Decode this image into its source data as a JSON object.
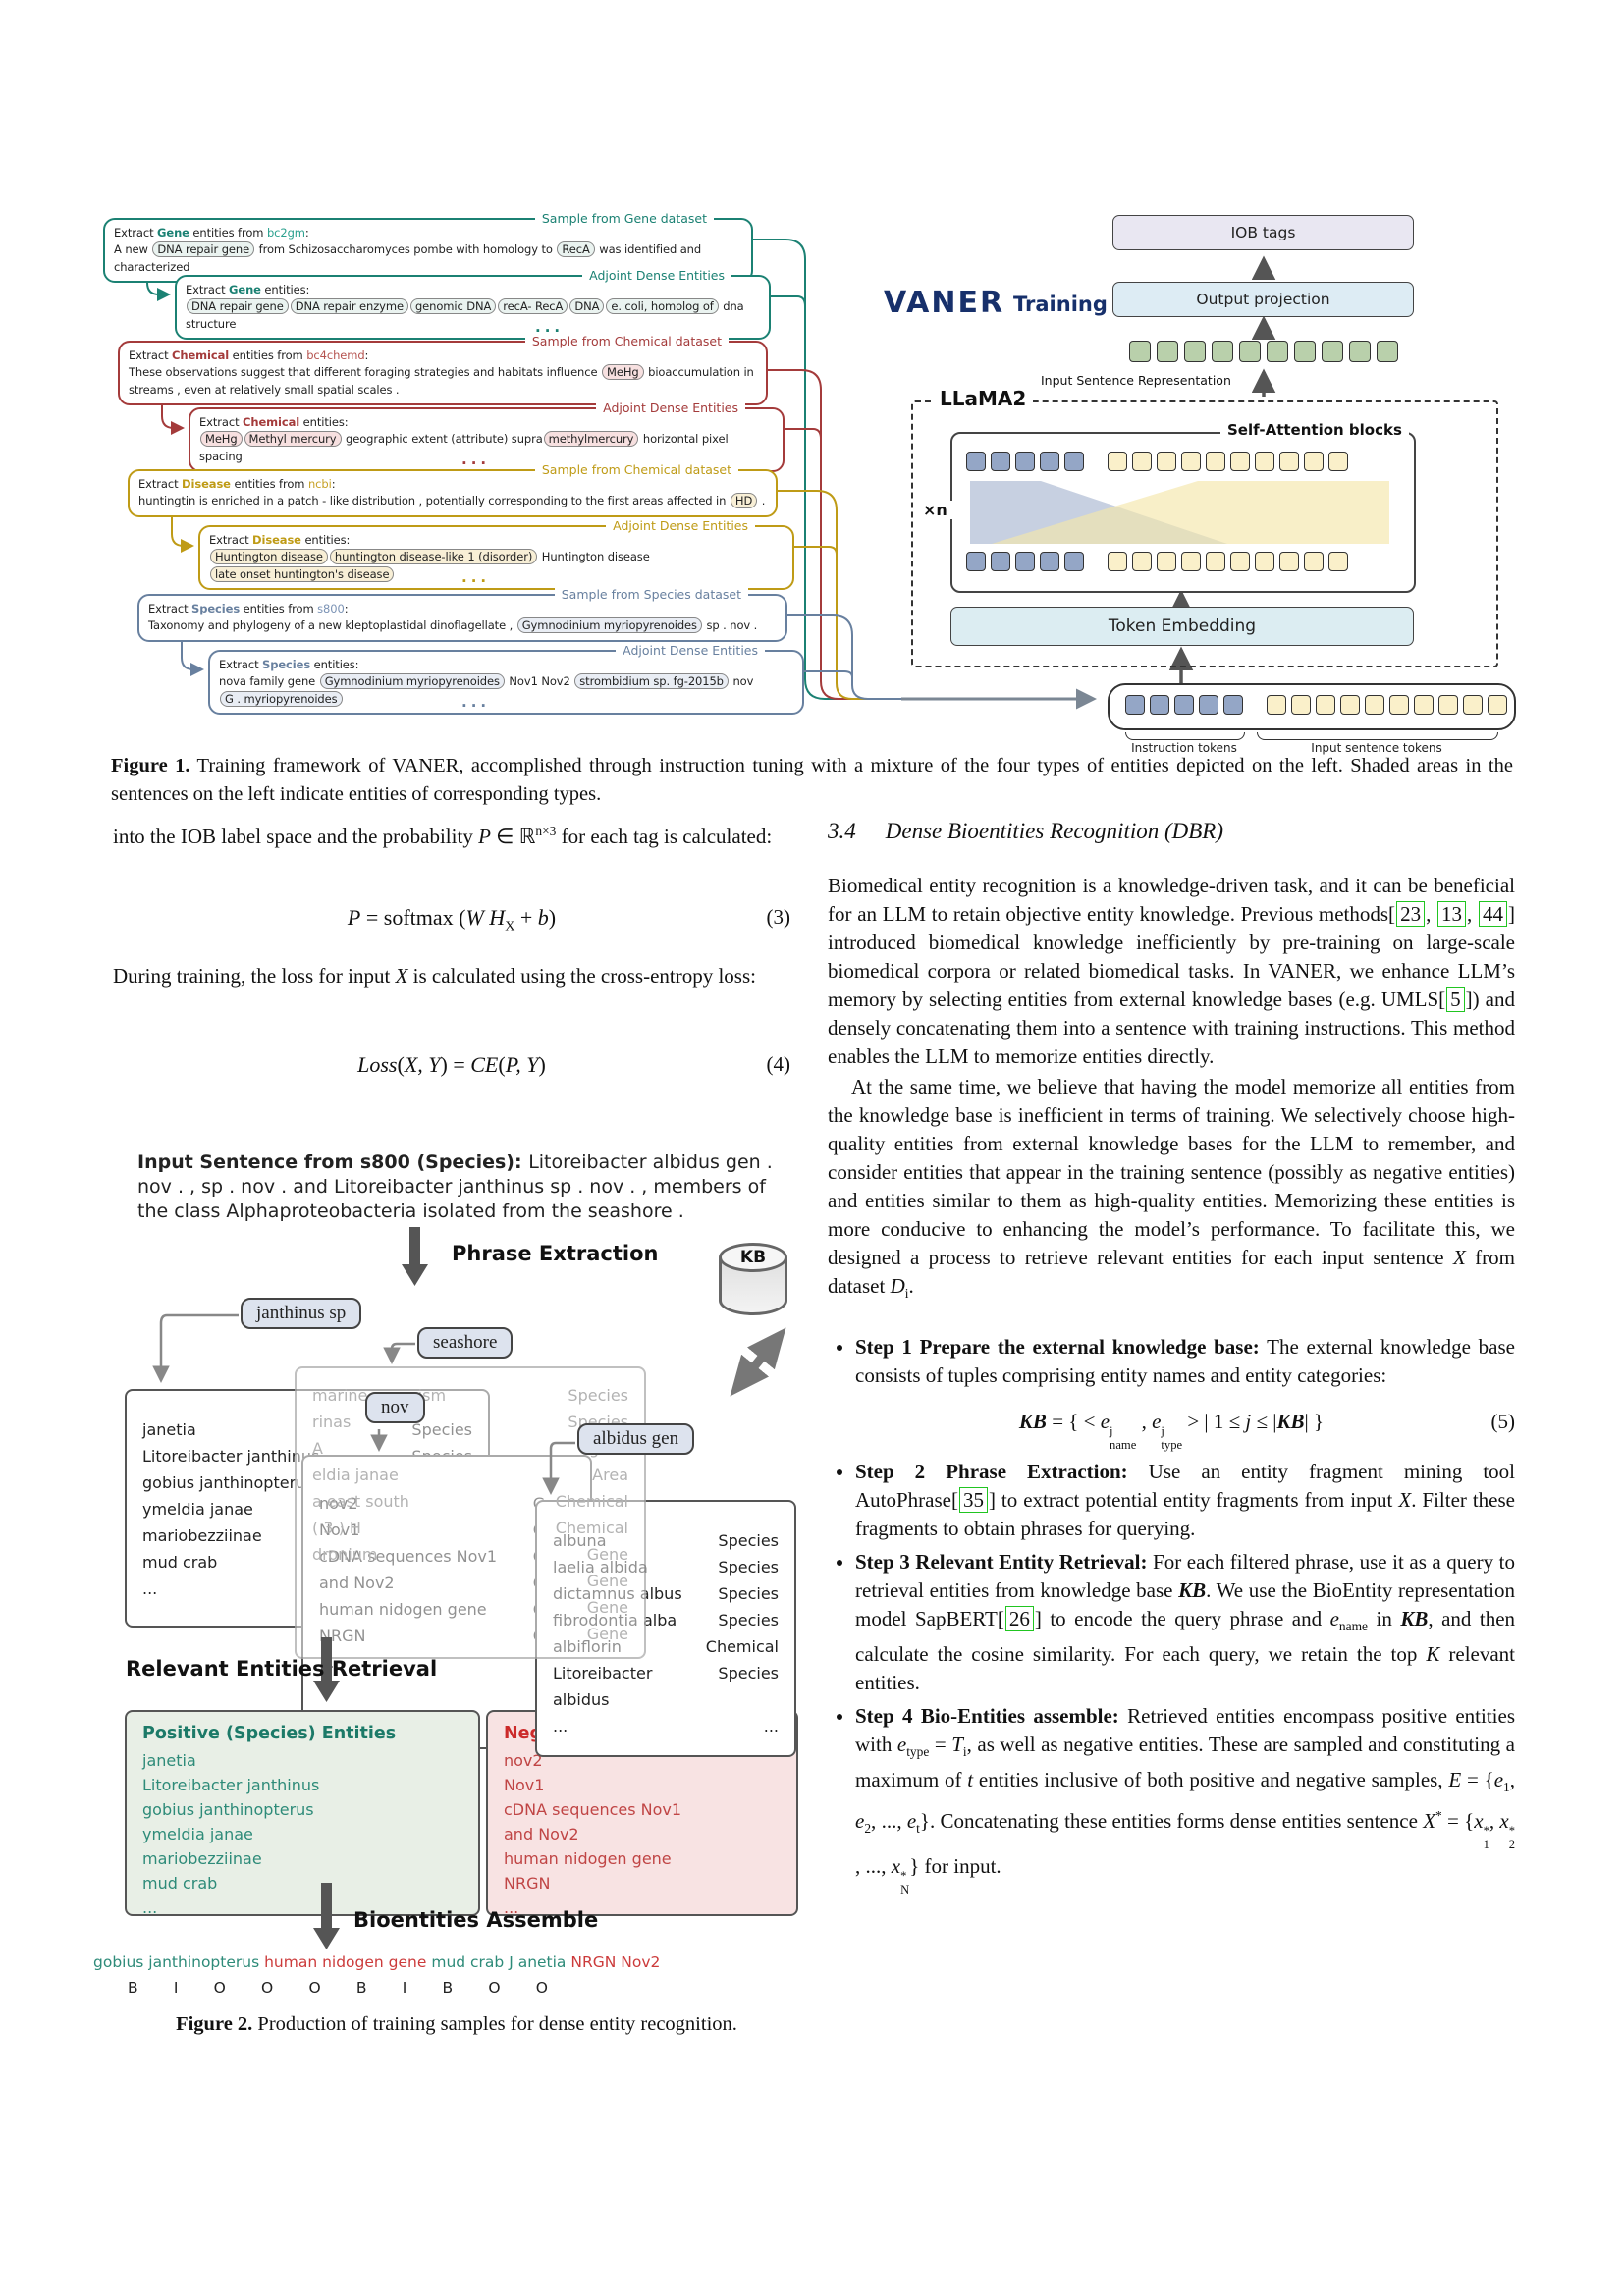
{
  "figure1": {
    "vaner_title": "VANER",
    "vaner_subtitle": "Training",
    "iob": "IOB tags",
    "output_projection": "Output projection",
    "isr_label": "Input Sentence Representation",
    "llama": "LLaMA2",
    "attention": "Self-Attention blocks",
    "xn": "×n",
    "token_embedding": "Token Embedding",
    "instruction_tokens": "Instruction tokens",
    "input_tokens": "Input sentence tokens",
    "rows": {
      "repr": [
        [
          "green",
          10
        ]
      ],
      "attn": [
        [
          "blue",
          5
        ],
        [
          "gap",
          1
        ],
        [
          "yellow",
          10
        ]
      ],
      "bottom": [
        [
          "blue",
          5
        ],
        [
          "gap",
          1
        ],
        [
          "yellow",
          10
        ]
      ]
    },
    "groups": [
      {
        "sample_label": "Sample from Gene dataset",
        "adjoint_label": "Adjoint Dense Entities",
        "dots": "...",
        "header": [
          {
            "t": "Extract "
          },
          {
            "s": "type",
            "t": "Gene"
          },
          {
            "t": " entities from "
          },
          {
            "s": "ds",
            "t": "bc2gm"
          },
          {
            "t": ":"
          }
        ],
        "sentence": [
          {
            "t": "A new "
          },
          {
            "s": "chip",
            "t": "DNA repair gene"
          },
          {
            "t": " from Schizosaccharomyces pombe with homology to "
          },
          {
            "s": "chip",
            "t": "RecA"
          },
          {
            "t": " was identified and characterized"
          }
        ],
        "adjoint_header": [
          {
            "t": "Extract "
          },
          {
            "s": "type",
            "t": "Gene"
          },
          {
            "t": " entities:"
          }
        ],
        "adjoint": [
          {
            "s": "chip",
            "t": "DNA repair gene"
          },
          {
            "s": "chip",
            "t": "DNA repair enzyme"
          },
          {
            "s": "chip",
            "t": "genomic DNA"
          },
          {
            "s": "chip",
            "t": "recA- RecA"
          },
          {
            "s": "chip",
            "t": "DNA"
          },
          {
            "s": "chip",
            "t": "e. coli, homolog of"
          },
          {
            "t": " dna structure"
          }
        ]
      },
      {
        "sample_label": "Sample from Chemical dataset",
        "adjoint_label": "Adjoint Dense Entities",
        "dots": "...",
        "header": [
          {
            "t": "Extract "
          },
          {
            "s": "type",
            "t": "Chemical"
          },
          {
            "t": " entities from "
          },
          {
            "s": "ds",
            "t": "bc4chemd"
          },
          {
            "t": ":"
          }
        ],
        "sentence": [
          {
            "t": "These observations suggest that different foraging strategies and habitats influence "
          },
          {
            "s": "chip",
            "t": "MeHg"
          },
          {
            "t": " bioaccumulation in streams , even at relatively small spatial scales ."
          }
        ],
        "adjoint_header": [
          {
            "t": "Extract "
          },
          {
            "s": "type",
            "t": "Chemical"
          },
          {
            "t": " entities:"
          }
        ],
        "adjoint": [
          {
            "s": "chip",
            "t": "MeHg"
          },
          {
            "s": "chip",
            "t": "Methyl mercury"
          },
          {
            "t": " geographic extent (attribute) supra"
          },
          {
            "s": "chip",
            "t": "methylmercury"
          },
          {
            "t": " horizontal pixel spacing"
          }
        ]
      },
      {
        "sample_label": "Sample from Chemical dataset",
        "adjoint_label": "Adjoint Dense Entities",
        "dots": "...",
        "header": [
          {
            "t": "Extract "
          },
          {
            "s": "type",
            "t": "Disease"
          },
          {
            "t": " entities from "
          },
          {
            "s": "ds",
            "t": "ncbi"
          },
          {
            "t": ":"
          }
        ],
        "sentence": [
          {
            "t": "huntingtin is enriched in a patch - like distribution , potentially corresponding to the first areas affected in "
          },
          {
            "s": "chip",
            "t": "HD"
          },
          {
            "t": " ."
          }
        ],
        "adjoint_header": [
          {
            "t": "Extract "
          },
          {
            "s": "type",
            "t": "Disease"
          },
          {
            "t": " entities:"
          }
        ],
        "adjoint": [
          {
            "s": "chip",
            "t": "Huntington disease"
          },
          {
            "s": "chip",
            "t": "huntington disease-like 1 (disorder)"
          },
          {
            "t": " Huntington disease "
          },
          {
            "s": "chip",
            "t": "late onset huntington's disease"
          }
        ]
      },
      {
        "sample_label": "Sample from Species dataset",
        "adjoint_label": "Adjoint Dense Entities",
        "dots": "...",
        "header": [
          {
            "t": "Extract "
          },
          {
            "s": "type",
            "t": "Species"
          },
          {
            "t": " entities from "
          },
          {
            "s": "ds",
            "t": "s800"
          },
          {
            "t": ":"
          }
        ],
        "sentence": [
          {
            "t": "Taxonomy and phylogeny of a new kleptoplastidal dinoflagellate , "
          },
          {
            "s": "chip",
            "t": "Gymnodinium myriopyrenoides"
          },
          {
            "t": " sp . nov ."
          }
        ],
        "adjoint_header": [
          {
            "t": "Extract "
          },
          {
            "s": "type",
            "t": "Species"
          },
          {
            "t": " entities:"
          }
        ],
        "adjoint": [
          {
            "t": "nova family gene "
          },
          {
            "s": "chip",
            "t": "Gymnodinium myriopyrenoides"
          },
          {
            "t": " Nov1 Nov2 "
          },
          {
            "s": "chip",
            "t": "strombidium sp. fg-2015b"
          },
          {
            "t": " nov "
          },
          {
            "s": "chip",
            "t": "G . myriopyrenoides"
          }
        ]
      }
    ]
  },
  "fig1_caption": {
    "label": "Figure 1.",
    "text": " Training framework of VANER, accomplished through instruction tuning with a mixture of the four types of entities depicted on the left. Shaded areas in the sentences on the left indicate entities of corresponding types."
  },
  "left_col": {
    "para1": [
      {
        "t": "into the IOB label space and the probability "
      },
      {
        "s": "i",
        "t": "P"
      },
      {
        "t": " ∈ ℝ"
      },
      {
        "s": "sup",
        "t": "n×3"
      },
      {
        "t": " for each tag is calculated:"
      }
    ],
    "eq3": {
      "body": [
        {
          "s": "i",
          "t": "P"
        },
        {
          "t": " = softmax ("
        },
        {
          "s": "i",
          "t": "W H"
        },
        {
          "s": "sub",
          "t": "X"
        },
        {
          "t": " + "
        },
        {
          "s": "i",
          "t": "b"
        },
        {
          "t": ")"
        }
      ],
      "num": "(3)"
    },
    "para2": [
      {
        "t": "During training, the loss for input "
      },
      {
        "s": "i",
        "t": "X"
      },
      {
        "t": " is calculated using the cross-entropy loss:"
      }
    ],
    "eq4": {
      "body": [
        {
          "s": "i",
          "t": "Loss"
        },
        {
          "t": "("
        },
        {
          "s": "i",
          "t": "X, Y"
        },
        {
          "t": ") = "
        },
        {
          "s": "i",
          "t": "CE"
        },
        {
          "t": "("
        },
        {
          "s": "i",
          "t": "P, Y"
        },
        {
          "t": ")"
        }
      ],
      "num": "(4)"
    }
  },
  "figure2": {
    "input_label": "Input Sentence from s800 (Species): ",
    "input_text": "Litoreibacter albidus gen . nov . , sp . nov . and Litoreibacter janthinus sp . nov . , members of the class Alphaproteobacteria isolated from the seashore .",
    "phrase_extraction": "Phrase Extraction",
    "kb": "KB",
    "chips": {
      "c1": "janthinus sp",
      "c2": "seashore",
      "c3": "nov",
      "c4": "albidus gen"
    },
    "card_faded": {
      "rows": [
        [
          "marine organism",
          "Species"
        ],
        [
          "rinas",
          "Species"
        ],
        [
          "A",
          "gene"
        ],
        [
          "eldia janae",
          "Area"
        ],
        [
          "a east south",
          "Chemical"
        ],
        [
          "( 3 ) H",
          "Chemical"
        ],
        [
          "dronium",
          "Gene"
        ],
        [
          "",
          "Gene"
        ],
        [
          "",
          "Gene"
        ],
        [
          "",
          "Gene"
        ]
      ]
    },
    "card1": {
      "rows": [
        [
          "janetia",
          "Species"
        ],
        [
          "Litoreibacter janthinus",
          "Species"
        ],
        [
          "gobius janthinopterus",
          "Species"
        ],
        [
          "ymeldia janae",
          "Species"
        ],
        [
          "mariobezziinae",
          "Species"
        ],
        [
          "mud crab",
          "Species"
        ],
        [
          "...",
          ""
        ]
      ]
    },
    "card2": {
      "rows": [
        [
          "nov2",
          "Gene"
        ],
        [
          "Nov1",
          "Gene"
        ],
        [
          "cDNA sequences Nov1",
          "Gene"
        ],
        [
          "and Nov2",
          "Gene"
        ],
        [
          "human nidogen gene",
          "Gene"
        ],
        [
          "NRGN",
          "Gene"
        ],
        [
          "...",
          ""
        ]
      ]
    },
    "card3": {
      "rows": [
        [
          "albuna",
          "Species"
        ],
        [
          "laelia albida",
          "Species"
        ],
        [
          "dictamnus albus",
          "Species"
        ],
        [
          "fibrodontia alba",
          "Species"
        ],
        [
          "albiflorin",
          "Chemical"
        ],
        [
          "Litoreibacter albidus",
          "Species"
        ],
        [
          "...",
          "..."
        ]
      ]
    },
    "retrieval_label": "Relevant Entities Retrieval",
    "assemble_label": "Bioentities Assemble",
    "positive": {
      "title": "Positive (Species) Entities",
      "items": [
        "janetia",
        "Litoreibacter janthinus",
        "gobius janthinopterus",
        "ymeldia janae",
        "mariobezziinae",
        "mud crab",
        "..."
      ]
    },
    "negative": {
      "title": "Negative Entities",
      "items": [
        "nov2",
        "Nov1",
        "cDNA sequences Nov1",
        "and Nov2",
        "human nidogen gene",
        "NRGN",
        "..."
      ]
    },
    "assembled": [
      {
        "s": "pos",
        "t": "gobius janthinopterus "
      },
      {
        "s": "neg",
        "t": "human nidogen gene "
      },
      {
        "s": "pos",
        "t": "mud crab J anetia "
      },
      {
        "s": "neg",
        "t": "NRGN Nov2"
      }
    ],
    "tags": [
      "B",
      "I",
      "O",
      "O",
      "O",
      "B",
      "I",
      "B",
      "O",
      "O"
    ]
  },
  "fig2_caption": {
    "label": "Figure 2.",
    "text": " Production of training samples for dense entity recognition."
  },
  "right_col": {
    "heading_num": "3.4",
    "heading": "Dense Bioentities Recognition (DBR)",
    "para1": [
      {
        "t": "Biomedical entity recognition is a knowledge-driven task, and it can be beneficial for an LLM to retain objective entity knowledge. Previous methods["
      },
      {
        "s": "cite",
        "t": "23"
      },
      {
        "t": ", "
      },
      {
        "s": "cite",
        "t": "13"
      },
      {
        "t": ", "
      },
      {
        "s": "cite",
        "t": "44"
      },
      {
        "t": "] introduced biomedical knowledge inefficiently by pre-training on large-scale biomedical corpora or related biomedical tasks. In VANER, we enhance LLM’s memory by selecting entities from external knowledge bases (e.g. UMLS["
      },
      {
        "s": "cite",
        "t": "5"
      },
      {
        "t": "]) and densely concatenating them into a sentence with training instructions. This method enables the LLM to memorize entities directly."
      }
    ],
    "para2": [
      {
        "t": "At the same time, we believe that having the model memorize all entities from the knowledge base is inefficient in terms of training. We selectively choose high-quality entities from external knowledge bases for the LLM to remember, and consider entities that appear in the training sentence (possibly as negative entities) and entities similar to them as high-quality entities. Memorizing these entities is more conducive to enhancing the model’s performance. To facilitate this, we designed a process to retrieve relevant entities for each input sentence "
      },
      {
        "s": "i",
        "t": "X"
      },
      {
        "t": " from dataset "
      },
      {
        "s": "i",
        "t": "D"
      },
      {
        "s": "sub",
        "t": "i"
      },
      {
        "t": "."
      }
    ],
    "step1": [
      {
        "s": "b",
        "t": "Step 1 Prepare the external knowledge base:"
      },
      {
        "t": " The external knowledge base consists of tuples comprising entity names and entity categories:"
      }
    ],
    "eq5": {
      "body": [
        {
          "s": "cal",
          "t": "KB"
        },
        {
          "t": " = { < "
        },
        {
          "s": "i",
          "t": "e"
        },
        {
          "s": "supsub",
          "sup": "j",
          "sub": "name"
        },
        {
          "t": " , "
        },
        {
          "s": "i",
          "t": "e"
        },
        {
          "s": "supsub",
          "sup": "j",
          "sub": "type"
        },
        {
          "t": " > | 1 ≤ "
        },
        {
          "s": "i",
          "t": "j"
        },
        {
          "t": " ≤ |"
        },
        {
          "s": "cal",
          "t": "KB"
        },
        {
          "t": "| }"
        }
      ],
      "num": "(5)"
    },
    "step2": [
      {
        "s": "b",
        "t": "Step 2 Phrase Extraction:"
      },
      {
        "t": " Use an entity fragment mining tool AutoPhrase["
      },
      {
        "s": "cite",
        "t": "35"
      },
      {
        "t": "] to extract potential entity fragments from input "
      },
      {
        "s": "i",
        "t": "X"
      },
      {
        "t": ". Filter these fragments to obtain phrases for querying."
      }
    ],
    "step3": [
      {
        "s": "b",
        "t": "Step 3 Relevant Entity Retrieval:"
      },
      {
        "t": " For each filtered phrase, use it as a query to retrieval entities from knowledge base "
      },
      {
        "s": "cal",
        "t": "KB"
      },
      {
        "t": ". We use the BioEntity representation model SapBERT["
      },
      {
        "s": "cite",
        "t": "26"
      },
      {
        "t": "] to encode the query phrase and "
      },
      {
        "s": "i",
        "t": "e"
      },
      {
        "s": "sub",
        "t": "name"
      },
      {
        "t": " in "
      },
      {
        "s": "cal",
        "t": "KB"
      },
      {
        "t": ", and then calculate the cosine similarity. For each query, we retain the top "
      },
      {
        "s": "i",
        "t": "K"
      },
      {
        "t": " relevant entities."
      }
    ],
    "step4": [
      {
        "s": "b",
        "t": "Step 4 Bio-Entities assemble:"
      },
      {
        "t": " Retrieved entities encompass positive entities with "
      },
      {
        "s": "i",
        "t": "e"
      },
      {
        "s": "sub",
        "t": "type"
      },
      {
        "t": " = "
      },
      {
        "s": "i",
        "t": "T"
      },
      {
        "s": "sub",
        "t": "i"
      },
      {
        "t": ", as well as negative entities. These are sampled and constituting a maximum of "
      },
      {
        "s": "i",
        "t": "t"
      },
      {
        "t": " entities inclusive of both positive and negative samples, "
      },
      {
        "s": "i",
        "t": "E"
      },
      {
        "t": " = {"
      },
      {
        "s": "i",
        "t": "e"
      },
      {
        "s": "sub",
        "t": "1"
      },
      {
        "t": ", "
      },
      {
        "s": "i",
        "t": "e"
      },
      {
        "s": "sub",
        "t": "2"
      },
      {
        "t": ", ..., "
      },
      {
        "s": "i",
        "t": "e"
      },
      {
        "s": "sub",
        "t": "t"
      },
      {
        "t": "}. Concatenating these entities forms dense entities sentence "
      },
      {
        "s": "i",
        "t": "X"
      },
      {
        "s": "sup",
        "t": "*"
      },
      {
        "t": " = {"
      },
      {
        "s": "i",
        "t": "x"
      },
      {
        "s": "supsub",
        "sup": "*",
        "sub": "1"
      },
      {
        "t": ", "
      },
      {
        "s": "i",
        "t": "x"
      },
      {
        "s": "supsub",
        "sup": "*",
        "sub": "2"
      },
      {
        "t": ", ..., "
      },
      {
        "s": "i",
        "t": "x"
      },
      {
        "s": "supsub",
        "sup": "*",
        "sub": "N"
      },
      {
        "t": "} for input."
      }
    ]
  }
}
